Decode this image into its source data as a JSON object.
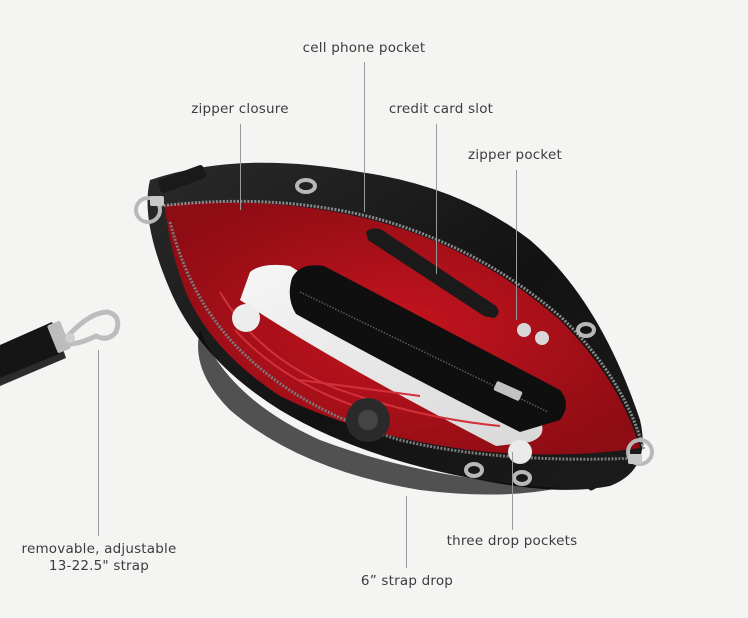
{
  "annotations": {
    "cell_phone_pocket": "cell phone pocket",
    "zipper_closure": "zipper closure",
    "credit_card_slot": "credit card slot",
    "zipper_pocket": "zipper pocket",
    "strap_line1": "removable, adjustable",
    "strap_line2": "13-22.5\" strap",
    "three_drop_pockets": "three drop pockets",
    "strap_drop": "6” strap drop"
  },
  "colors": {
    "leather": "#141414",
    "lining": "#b5121b",
    "lining_dark": "#8e0c14",
    "hardware": "#b8b8b8",
    "tablet": "#e9e9e9",
    "leader_line": "#9a9a9a",
    "text": "#3c3c3c",
    "background": "#f4f4f3"
  }
}
